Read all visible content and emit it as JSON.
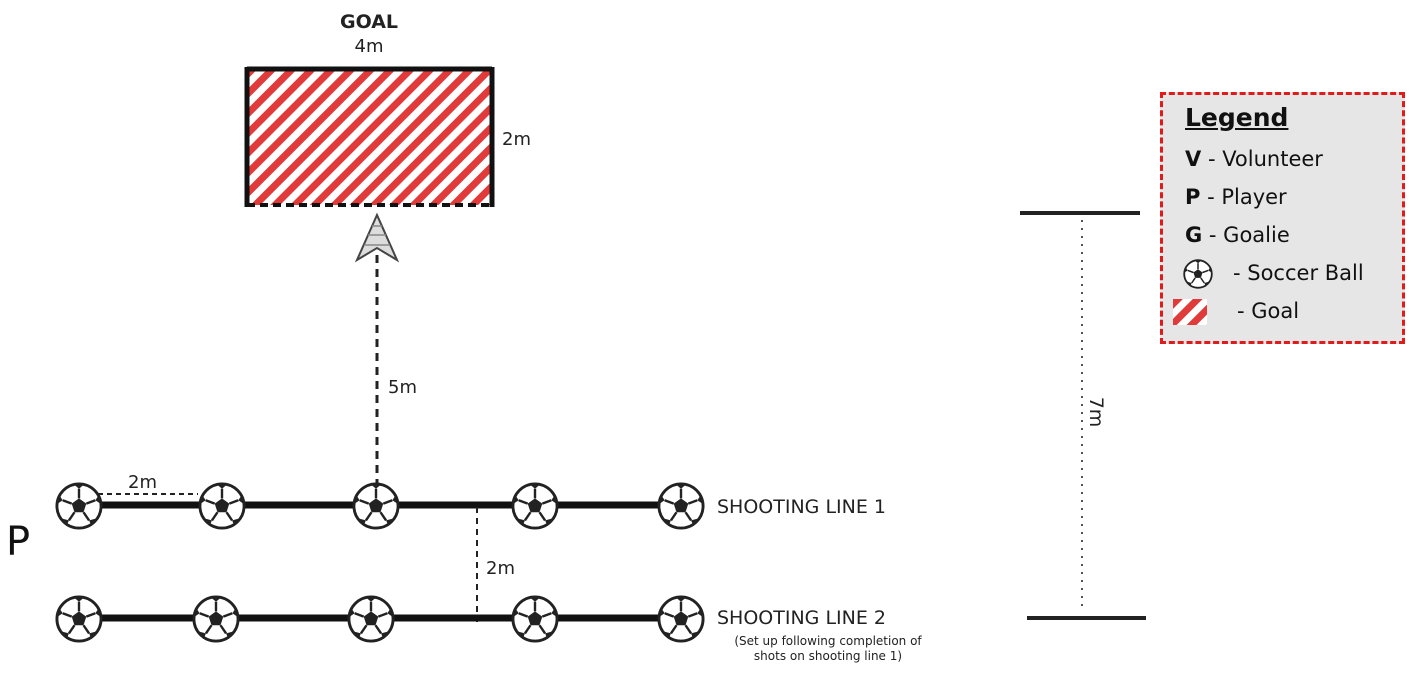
{
  "goal": {
    "title": "GOAL",
    "width_label": "4m",
    "height_label": "2m"
  },
  "distance_to_goal": "5m",
  "ball_spacing": "2m",
  "line_spacing": "2m",
  "player_marker": "P",
  "shooting_line_1": {
    "label": "SHOOTING LINE 1",
    "balls": 5
  },
  "shooting_line_2": {
    "label": "SHOOTING LINE 2",
    "note_line1": "(Set up following completion of",
    "note_line2": "shots on shooting line 1)",
    "balls": 5
  },
  "scale": {
    "label": "7m"
  },
  "legend": {
    "title": "Legend",
    "items": [
      {
        "key": "V",
        "text": " - Volunteer"
      },
      {
        "key": "P",
        "text": " - Player"
      },
      {
        "key": "G",
        "text": " - Goalie"
      },
      {
        "icon": "soccer-ball-icon",
        "text": "- Soccer Ball"
      },
      {
        "icon": "goal-hatch-icon",
        "text": "- Goal"
      }
    ]
  },
  "colors": {
    "goal_hatch": "#e03a3a",
    "legend_border": "#e01b1b",
    "legend_bg": "#e6e6e6"
  }
}
